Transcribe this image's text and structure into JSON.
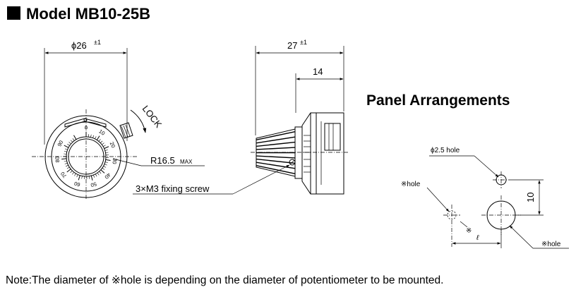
{
  "title": "Model MB10-25B",
  "panel_heading": "Panel Arrangements",
  "front_view": {
    "diameter_label": "ϕ26",
    "diameter_tolerance": "±1",
    "lock_label": "LOCK",
    "radius_label": "R16.5",
    "radius_suffix": "MAX",
    "screw_label": "3×M3 fixing screw",
    "scale_numbers": [
      "0",
      "10",
      "20",
      "30",
      "40",
      "50",
      "60",
      "70",
      "80",
      "90"
    ]
  },
  "side_view": {
    "length_label": "27",
    "length_tolerance": "±1",
    "depth_label": "14"
  },
  "panel": {
    "small_hole_label": "ϕ2.5 hole",
    "spacing_label": "10",
    "ref_hole_label": "※hole",
    "ref_mark": "※",
    "offset_label": "ℓ",
    "main_hole_label": "※hole"
  },
  "note": "Note:The diameter of ※hole is depending on the diameter of potentiometer to be mounted."
}
